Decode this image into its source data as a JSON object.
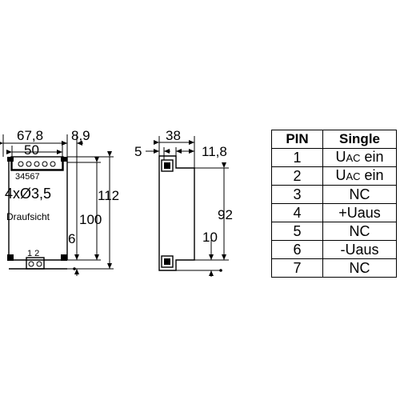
{
  "front_view": {
    "dim_width": "67,8",
    "dim_offset": "8,9",
    "dim_inner": "50",
    "terminals_top": "34567",
    "holes": "4xØ3,5",
    "label": "Draufsicht",
    "terminals_bottom": "1 2",
    "dim_height": "112",
    "dim_inner_height": "100",
    "dim_bottom": "6"
  },
  "side_view": {
    "dim_depth": "38",
    "dim_left": "5",
    "dim_right": "11,8",
    "dim_height": "92",
    "dim_bottom": "10"
  },
  "pin_table": {
    "headers": [
      "PIN",
      "Single"
    ],
    "rows": [
      {
        "pin": "1",
        "main": "U",
        "sub": "AC",
        "tail": " ein"
      },
      {
        "pin": "2",
        "main": "U",
        "sub": "AC",
        "tail": " ein"
      },
      {
        "pin": "3",
        "main": "NC",
        "sub": "",
        "tail": ""
      },
      {
        "pin": "4",
        "main": "+Uaus",
        "sub": "",
        "tail": ""
      },
      {
        "pin": "5",
        "main": "NC",
        "sub": "",
        "tail": ""
      },
      {
        "pin": "6",
        "main": "-Uaus",
        "sub": "",
        "tail": ""
      },
      {
        "pin": "7",
        "main": "NC",
        "sub": "",
        "tail": ""
      }
    ]
  }
}
